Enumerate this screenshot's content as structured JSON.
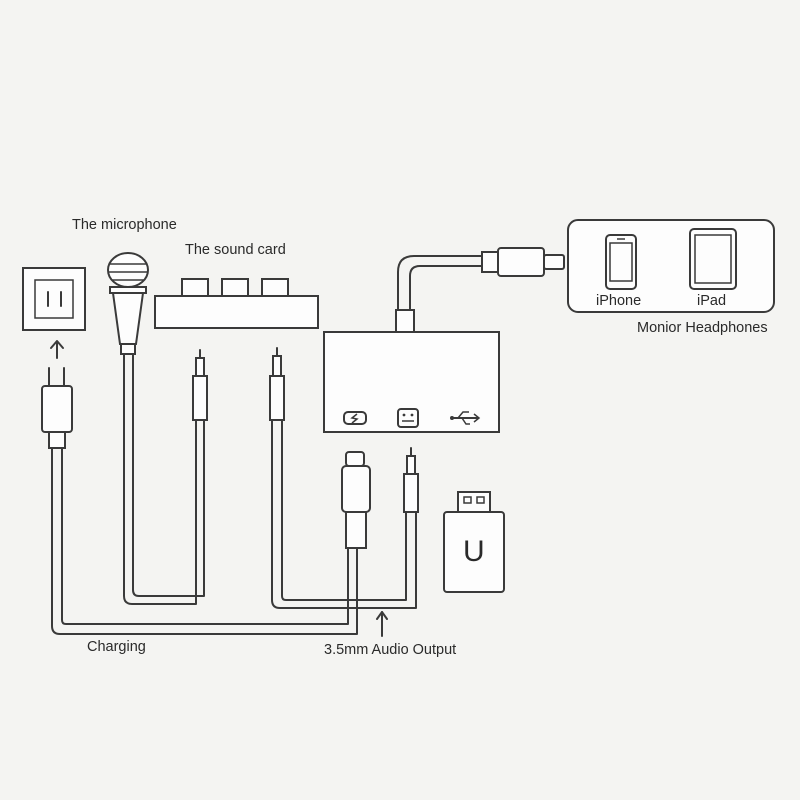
{
  "labels": {
    "microphone": "The microphone",
    "sound_card": "The sound card",
    "iphone": "iPhone",
    "ipad": "iPad",
    "headphones": "Monior Headphones",
    "charging": "Charging",
    "audio_output": "3.5mm Audio Output",
    "usb_letter": "U"
  },
  "icons": [
    "wall-outlet-icon",
    "power-plug-icon",
    "microphone-icon",
    "sound-card-icon",
    "iphone-icon",
    "ipad-icon",
    "lightning-connector-icon",
    "audio-jack-icon",
    "charging-port-icon",
    "headphone-port-icon",
    "usb-symbol-icon",
    "usb-drive-icon"
  ]
}
